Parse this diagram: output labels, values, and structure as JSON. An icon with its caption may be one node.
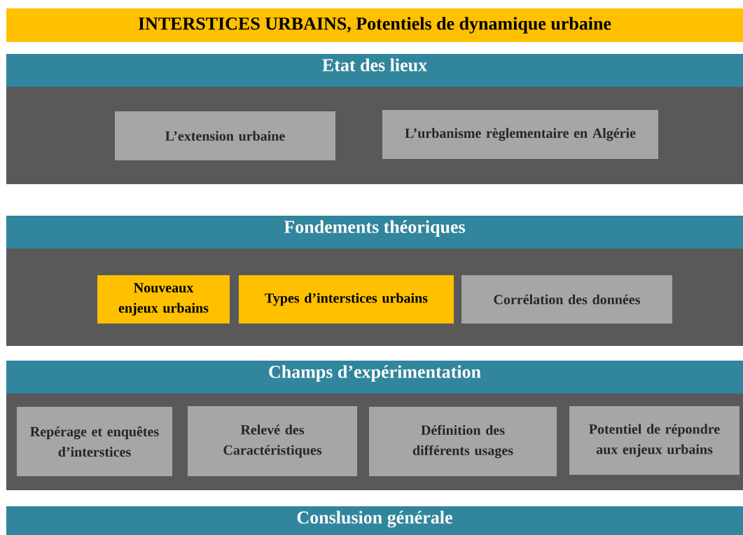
{
  "diagram": {
    "title": "INTERSTICES URBAINS, Potentiels de dynamique urbaine",
    "nodes": [
      {
        "text": [
          "Etat des lieux"
        ]
      },
      {
        "text": [
          "L’extension urbaine"
        ],
        "in": 0
      },
      {
        "text": [
          "L’urbanisme règlementaire en Algérie"
        ],
        "in": 0
      },
      {
        "text": [
          "Fondements théoriques"
        ]
      },
      {
        "text": [
          "Nouveaux enjeux urbains"
        ],
        "in": 3
      },
      {
        "text": [
          "Types d’interstices urbains"
        ],
        "in": 3
      },
      {
        "text": [
          "Corrélation des données"
        ],
        "in": 3
      },
      {
        "text": [
          "Champs d’expérimentation"
        ]
      },
      {
        "text": [
          "Repérage et enquêtes d’interstices"
        ],
        "in": 7
      },
      {
        "text": [
          "Relevé des Caractéristiques"
        ],
        "in": 7
      },
      {
        "text": [
          "Définition des différents usages"
        ],
        "in": 7
      },
      {
        "text": [
          "Potentiel de répondre aux enjeux urbains"
        ],
        "in": 7
      },
      {
        "text": [
          "Conslusion générale"
        ]
      }
    ]
  }
}
